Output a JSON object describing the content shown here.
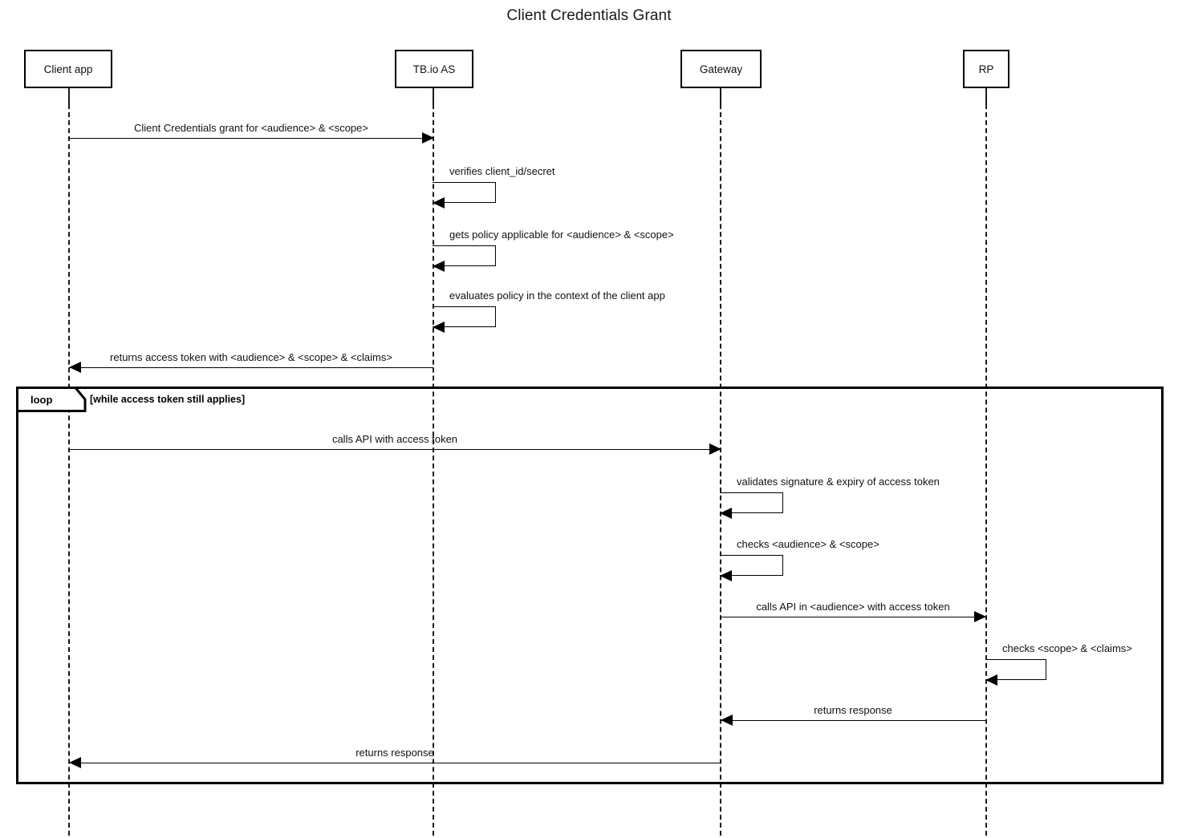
{
  "title": "Client Credentials Grant",
  "participants": [
    {
      "id": "client",
      "label": "Client app"
    },
    {
      "id": "as",
      "label": "TB.io AS"
    },
    {
      "id": "gateway",
      "label": "Gateway"
    },
    {
      "id": "rp",
      "label": "RP"
    }
  ],
  "messages": [
    {
      "id": "m1",
      "from": "client",
      "to": "as",
      "label": "Client Credentials grant for <audience> & <scope>",
      "kind": "call"
    },
    {
      "id": "m2",
      "from": "as",
      "to": "as",
      "label": "verifies client_id/secret",
      "kind": "self"
    },
    {
      "id": "m3",
      "from": "as",
      "to": "as",
      "label": "gets policy applicable for <audience> & <scope>",
      "kind": "self"
    },
    {
      "id": "m4",
      "from": "as",
      "to": "as",
      "label": "evaluates policy in the context of the client app",
      "kind": "self"
    },
    {
      "id": "m5",
      "from": "as",
      "to": "client",
      "label": "returns access token with <audience> & <scope> & <claims>",
      "kind": "return"
    },
    {
      "id": "m6",
      "from": "client",
      "to": "gateway",
      "label": "calls API with access token",
      "kind": "call"
    },
    {
      "id": "m7",
      "from": "gateway",
      "to": "gateway",
      "label": "validates signature & expiry of access token",
      "kind": "self"
    },
    {
      "id": "m8",
      "from": "gateway",
      "to": "gateway",
      "label": "checks <audience> & <scope>",
      "kind": "self"
    },
    {
      "id": "m9",
      "from": "gateway",
      "to": "rp",
      "label": "calls API in <audience> with access token",
      "kind": "call"
    },
    {
      "id": "m10",
      "from": "rp",
      "to": "rp",
      "label": "checks <scope> & <claims>",
      "kind": "self"
    },
    {
      "id": "m11",
      "from": "rp",
      "to": "gateway",
      "label": "returns response",
      "kind": "return"
    },
    {
      "id": "m12",
      "from": "gateway",
      "to": "client",
      "label": "returns response",
      "kind": "return"
    }
  ],
  "fragment": {
    "type": "loop",
    "label": "loop",
    "condition": "[while access token still applies]"
  },
  "colors": {
    "stroke": "#000000",
    "background": "#ffffff",
    "text": "#111111"
  }
}
